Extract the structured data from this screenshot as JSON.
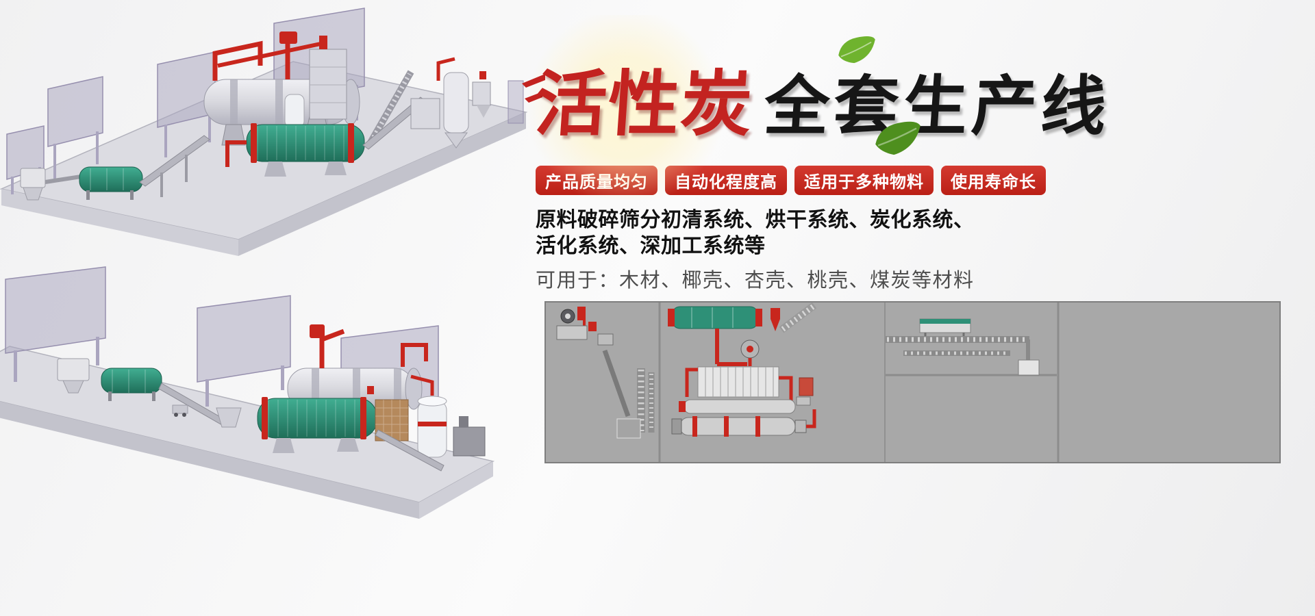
{
  "hero": {
    "title_red": "活性炭",
    "title_black": "全套生产线",
    "badges": [
      {
        "label": "产品质量均匀"
      },
      {
        "label": "自动化程度高"
      },
      {
        "label": "适用于多种物料"
      },
      {
        "label": "使用寿命长"
      }
    ],
    "description": {
      "line1": "原料破碎筛分初清系统、烘干系统、炭化系统、",
      "line2": "活化系统、深加工系统等"
    },
    "materials_line": "可用于：木材、椰壳、杏壳、桃壳、煤炭等材料"
  },
  "illustrations": {
    "top_render": "isometric-3d-render-production-line-a",
    "bottom_render": "isometric-3d-render-production-line-b",
    "schematic": "plant-layout-top-view-schematic"
  },
  "icons": {
    "leaf": "leaf-icon",
    "speed_dashes": "speed-dashes-icon"
  },
  "colors": {
    "badge_red": "#cf2318",
    "title_red": "#c32320",
    "title_black": "#161616",
    "leaf_green": "#6fb32e",
    "leaf_green_dark": "#4e8f1e",
    "pipe_red": "#c8261d",
    "machine_teal": "#2e9077",
    "wall_purple": "#a9a4bd",
    "platform_gray": "#dcdce2",
    "schematic_bg": "#a8a8a8",
    "text_gray": "#4d4d4d"
  }
}
